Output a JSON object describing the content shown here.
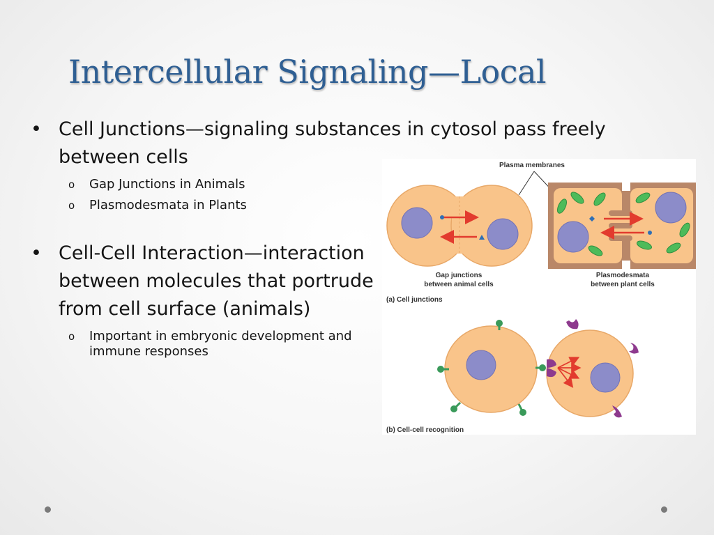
{
  "slide": {
    "title": "Intercellular Signaling—Local",
    "bullet_char": "•",
    "sub_bullet_char": "o",
    "bullets": [
      {
        "text": "Cell Junctions—signaling substances in cytosol pass freely between cells",
        "subs": [
          "Gap Junctions in Animals",
          "Plasmodesmata in Plants"
        ]
      },
      {
        "text": "Cell-Cell Interaction—interaction between molecules that portrude from cell surface (animals)",
        "subs": [
          "Important in embryonic development and immune responses"
        ]
      }
    ]
  },
  "figure": {
    "label_plasma_membranes": "Plasma membranes",
    "label_gap_line1": "Gap junctions",
    "label_gap_line2": "between animal cells",
    "label_plasmo_line1": "Plasmodesmata",
    "label_plasmo_line2": "between plant cells",
    "caption_a": "(a) Cell junctions",
    "caption_b": "(b) Cell-cell recognition"
  },
  "colors": {
    "title": "#2f5f93",
    "cell_fill": "#f9c48a",
    "nucleus": "#8c8cc9",
    "arrow": "#e23b2e",
    "chloroplast": "#4dbb5a",
    "cell_wall": "#b98768",
    "receptor": "#8e3a8e",
    "marker": "#3a9a5a"
  }
}
